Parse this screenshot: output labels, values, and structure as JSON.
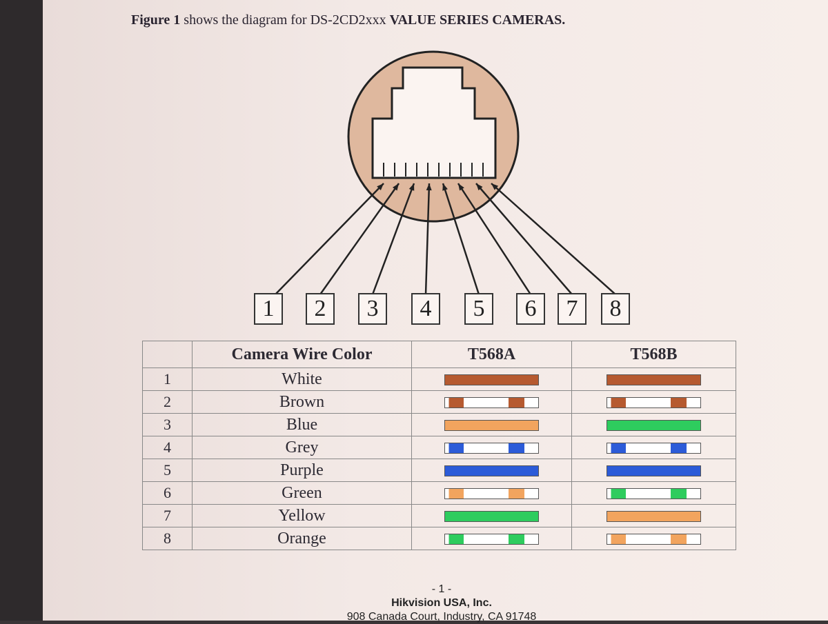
{
  "header": {
    "fig_label": "Figure 1",
    "text": " shows the diagram for DS-2CD2xxx ",
    "emph": "VALUE SERIES CAMERAS."
  },
  "pins": [
    "1",
    "2",
    "3",
    "4",
    "5",
    "6",
    "7",
    "8"
  ],
  "table": {
    "headers": [
      "",
      "Camera Wire Color",
      "T568A",
      "T568B"
    ],
    "rows": [
      {
        "pin": "1",
        "color": "White",
        "a": {
          "solid": "#b65a30"
        },
        "b": {
          "solid": "#b65a30"
        }
      },
      {
        "pin": "2",
        "color": "Brown",
        "a": {
          "striped": "#b65a30"
        },
        "b": {
          "striped": "#b65a30"
        }
      },
      {
        "pin": "3",
        "color": "Blue",
        "a": {
          "solid": "#f2a45e"
        },
        "b": {
          "solid": "#2ecc5e"
        }
      },
      {
        "pin": "4",
        "color": "Grey",
        "a": {
          "striped": "#2c5bd8"
        },
        "b": {
          "striped": "#2c5bd8"
        }
      },
      {
        "pin": "5",
        "color": "Purple",
        "a": {
          "solid": "#2c5bd8"
        },
        "b": {
          "solid": "#2c5bd8"
        }
      },
      {
        "pin": "6",
        "color": "Green",
        "a": {
          "striped": "#f2a45e"
        },
        "b": {
          "striped": "#2ecc5e"
        }
      },
      {
        "pin": "7",
        "color": "Yellow",
        "a": {
          "solid": "#2ecc5e"
        },
        "b": {
          "solid": "#f2a45e"
        }
      },
      {
        "pin": "8",
        "color": "Orange",
        "a": {
          "striped": "#2ecc5e"
        },
        "b": {
          "striped": "#f2a45e"
        }
      }
    ]
  },
  "footer": {
    "page": "- 1 -",
    "company": "Hikvision USA, Inc.",
    "address": "908 Canada Court, Industry, CA 91748"
  }
}
